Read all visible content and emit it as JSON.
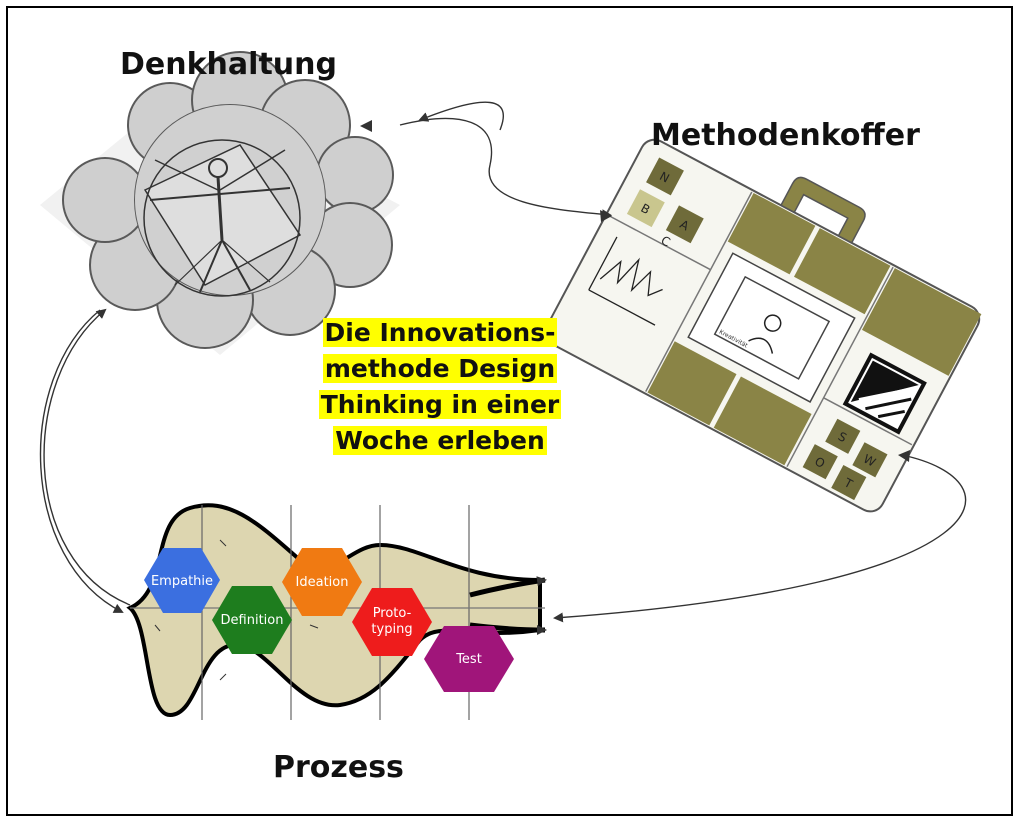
{
  "labels": {
    "mindset": "Denkhaltung",
    "toolkit": "Methodenkoffer",
    "process": "Prozess"
  },
  "center_text": {
    "line1": "Die Innovations-",
    "line2": "methode Design",
    "line3": "Thinking in einer",
    "line4": "Woche erleben"
  },
  "process_steps": [
    {
      "label": "Empathie",
      "color": "#3b6fe0"
    },
    {
      "label": "Definition",
      "color": "#1e7d1e"
    },
    {
      "label": "Ideation",
      "color": "#f07a12"
    },
    {
      "label_line1": "Proto-",
      "label_line2": "typing",
      "color": "#ee1c1c"
    },
    {
      "label": "Test",
      "color": "#a0157a"
    }
  ],
  "toolkit": {
    "tiles_top": [
      "N",
      "A",
      "B",
      "C"
    ],
    "tiles_bottom": [
      "S",
      "W",
      "O",
      "T"
    ],
    "screen_label": "Kreativität",
    "color": "#8a8446"
  }
}
